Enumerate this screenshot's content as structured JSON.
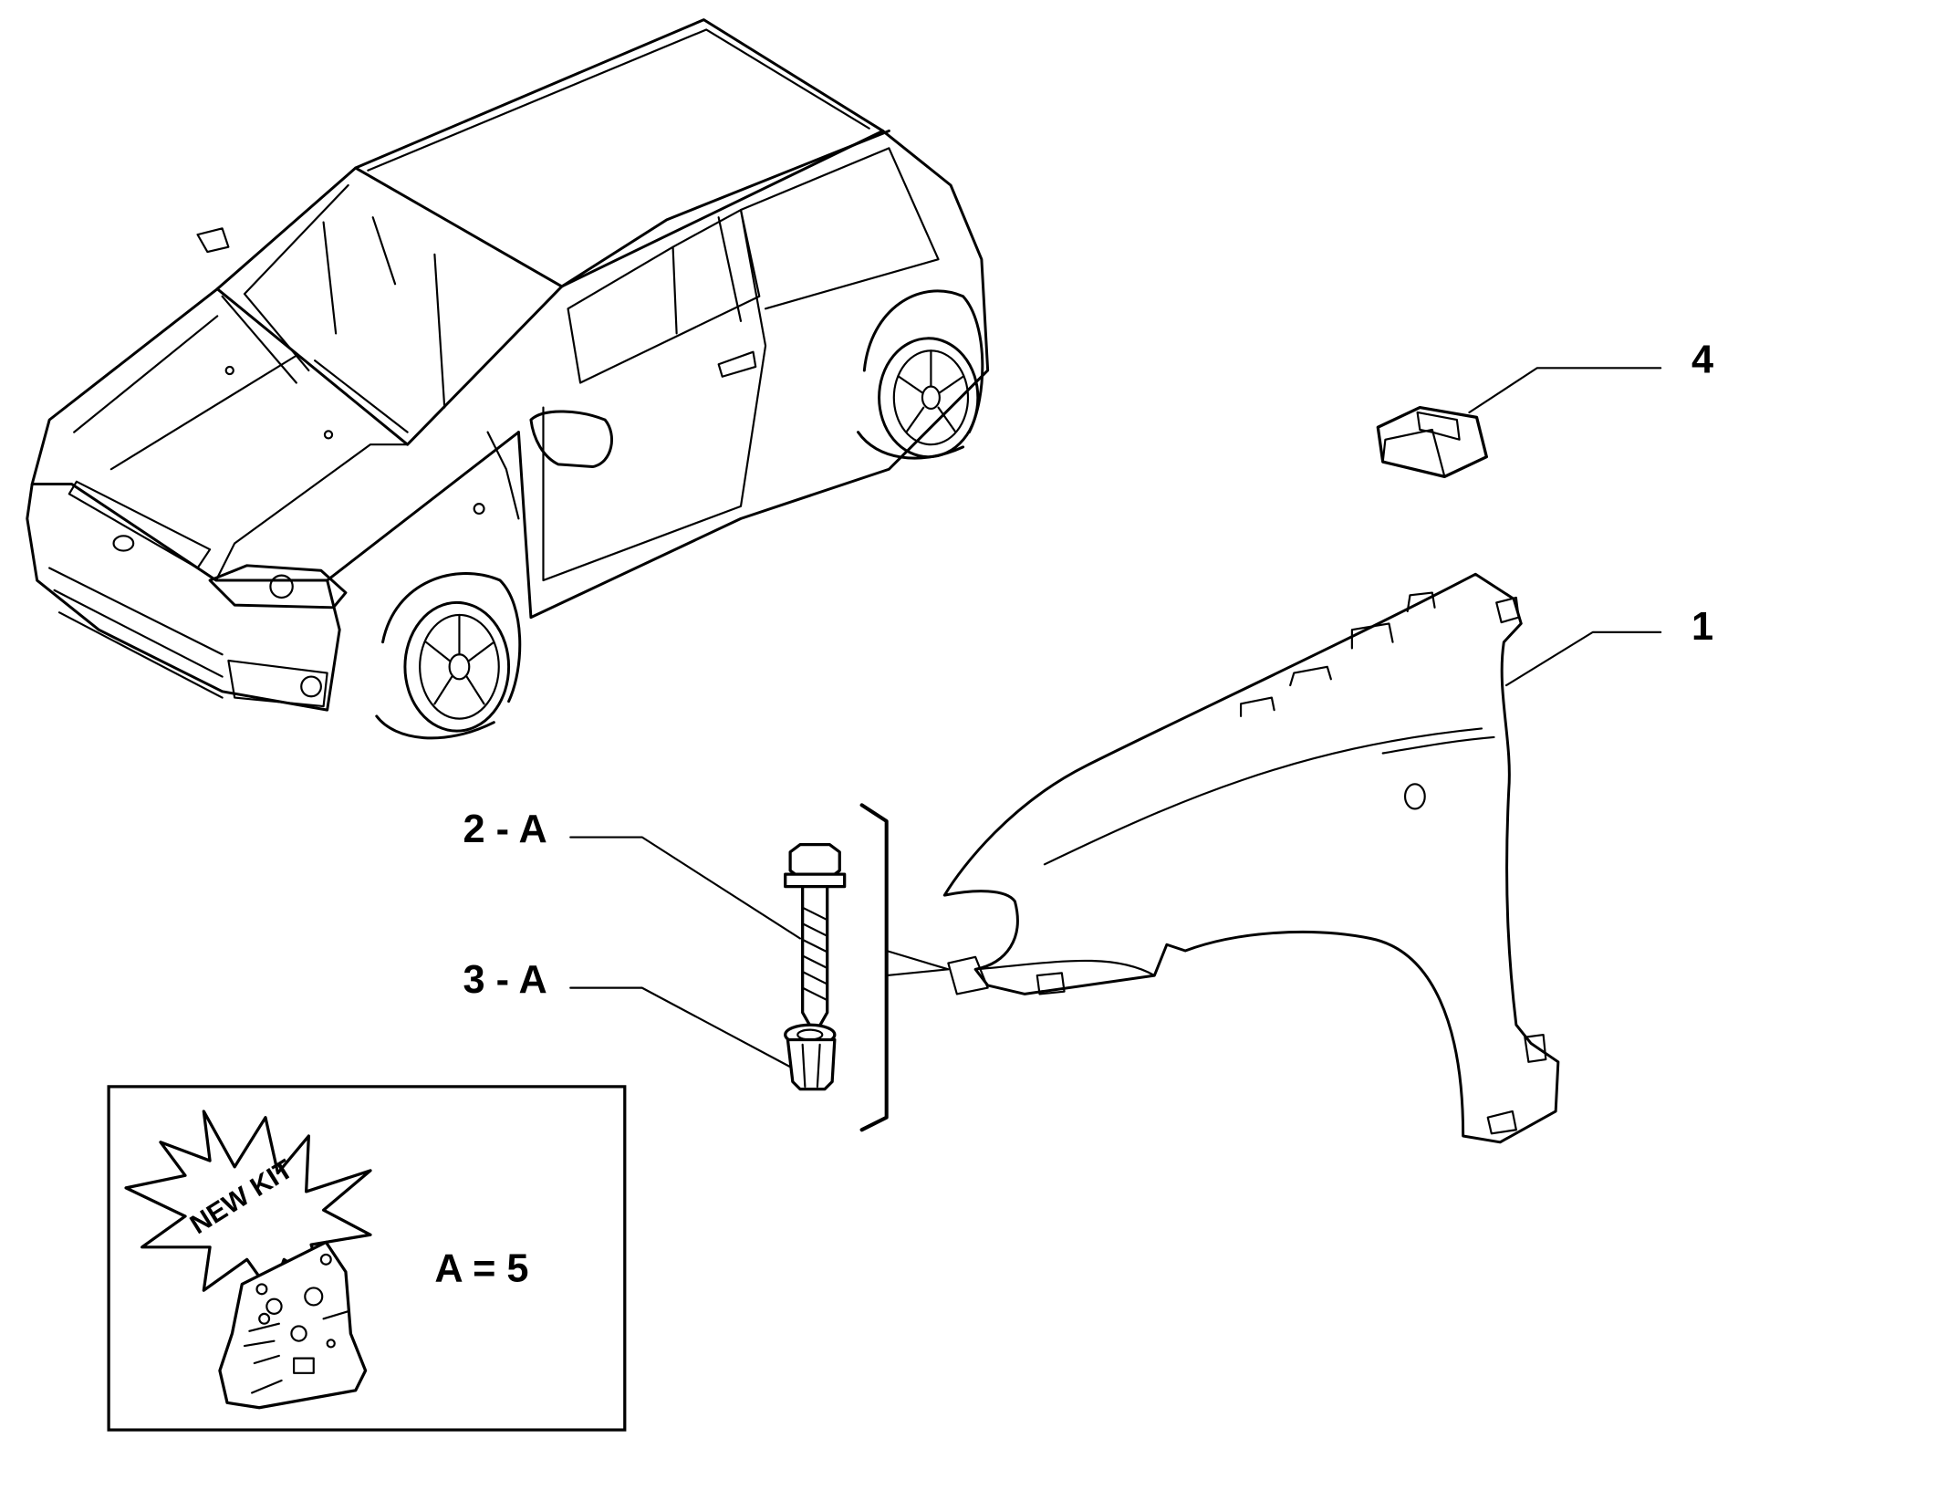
{
  "callouts": {
    "item_1": "1",
    "item_2": "2 - A",
    "item_3": "3 - A",
    "item_4": "4"
  },
  "kit_box": {
    "badge_text": "NEW KIT",
    "equation": "A = 5"
  }
}
